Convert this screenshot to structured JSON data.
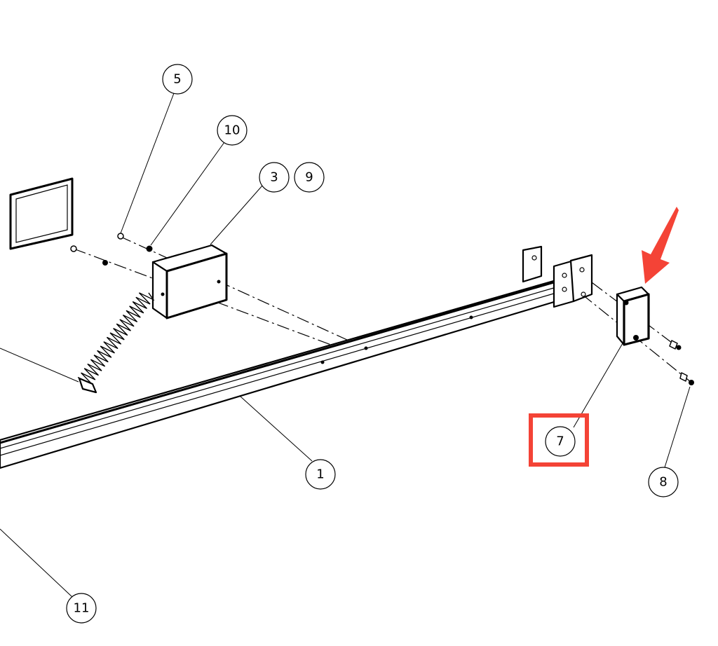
{
  "balloons": [
    {
      "id": "5",
      "label": "5"
    },
    {
      "id": "10",
      "label": "10"
    },
    {
      "id": "3",
      "label": "3"
    },
    {
      "id": "9",
      "label": "9"
    },
    {
      "id": "1",
      "label": "1"
    },
    {
      "id": "7",
      "label": "7"
    },
    {
      "id": "8",
      "label": "8"
    },
    {
      "id": "11",
      "label": "11"
    }
  ],
  "highlight": {
    "target_balloon": "7",
    "box_color": "#f44336",
    "arrow_color": "#f44336"
  },
  "colors": {
    "line": "#000000",
    "background": "#ffffff"
  }
}
